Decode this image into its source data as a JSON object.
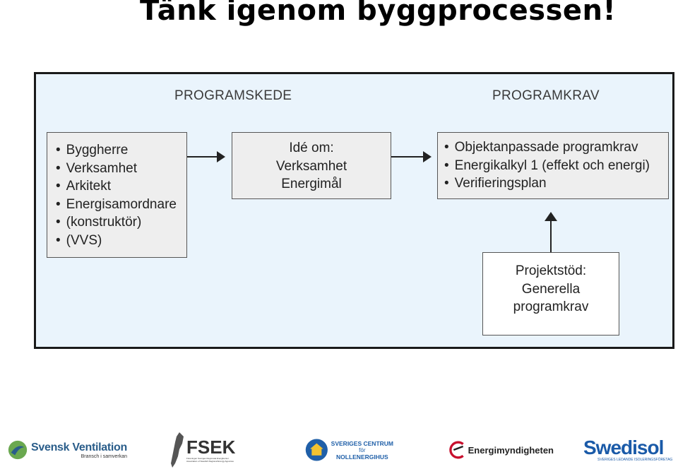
{
  "title": "Tänk igenom byggprocessen!",
  "diagram": {
    "header_left": "PROGRAMSKEDE",
    "header_right": "PROGRAMKRAV",
    "roles_box": {
      "items": [
        "Byggherre",
        "Verksamhet",
        "Arkitekt",
        "Energisamordnare",
        "(konstruktör)",
        "(VVS)"
      ]
    },
    "idea_box": {
      "lines": [
        "Idé om:",
        "Verksamhet",
        "Energimål"
      ]
    },
    "requirements_box": {
      "items": [
        "Objektanpassade programkrav",
        "Energikalkyl 1 (effekt och energi)",
        "Verifieringsplan"
      ]
    },
    "support_box": {
      "lines": [
        "Projektstöd:",
        "Generella",
        "programkrav"
      ]
    }
  },
  "logos": {
    "svensk_ventilation": {
      "name": "Svensk Ventilation",
      "tagline": "Bransch i samverkan"
    },
    "fsek": {
      "name": "FSEK",
      "tagline_1": "Föreningen Sveriges Regionala Energikontor",
      "tagline_2": "Association of Swedish Regional Energy Agencies"
    },
    "sveriges_centrum": {
      "line1": "SVERIGES CENTRUM",
      "line2": "för",
      "line3": "NOLLENERGIHUS"
    },
    "energimyndigheten": {
      "name": "Energimyndigheten"
    },
    "swedisol": {
      "name": "Swedisol",
      "tagline": "SVERIGES LEDANDE ISOLERINGSFÖRETAG"
    }
  },
  "colors": {
    "panel_bg": "#eaf4fc",
    "box_bg": "#eeeeee",
    "swedisol_blue": "#1a5aa8",
    "sv_green": "#6aa84f",
    "sv_blue": "#2a5d8a",
    "centrum_blue": "#1f5fa8",
    "energimyndigheten_red": "#c8102e"
  }
}
